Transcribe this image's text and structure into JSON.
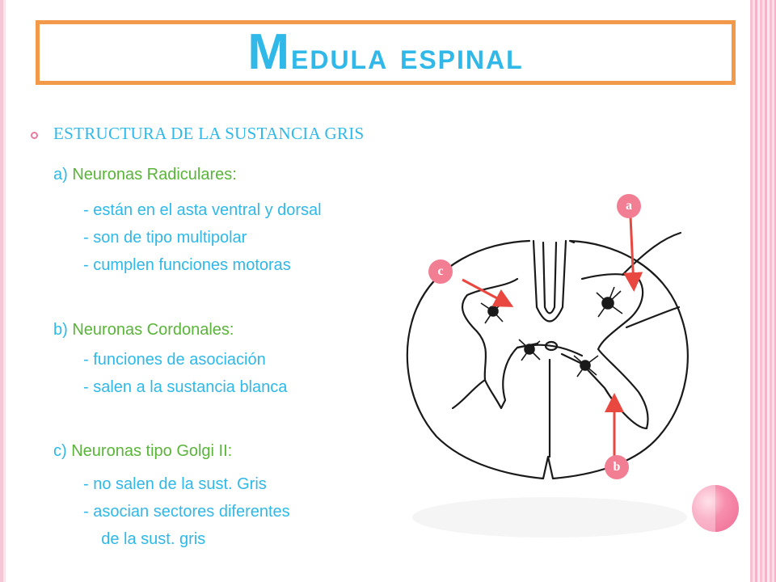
{
  "title": {
    "first_letter": "M",
    "rest": "edula espinal"
  },
  "heading": "ESTRUCTURA DE LA SUSTANCIA GRIS",
  "sections": [
    {
      "letter": "a)",
      "label": "Neuronas Radiculares:",
      "lines": [
        "- están en el asta ventral y dorsal",
        "- son de tipo multipolar",
        "- cumplen funciones motoras"
      ]
    },
    {
      "letter": "b)",
      "label": "Neuronas Cordonales:",
      "lines": [
        "-  funciones de asociación",
        "- salen a la sustancia blanca"
      ]
    },
    {
      "letter": "c)",
      "label": "Neuronas tipo Golgi II:",
      "lines": [
        "- no salen de la sust. Gris",
        "- asocian sectores diferentes",
        "    de la sust. gris"
      ]
    }
  ],
  "diagram_labels": {
    "a": "a",
    "b": "b",
    "c": "c"
  },
  "colors": {
    "title": "#2fb8e8",
    "title_border": "#f29a4a",
    "heading": "#2fb8e8",
    "subheading": "#5ab43a",
    "body_text": "#2fb8e8",
    "arrow": "#e8483f",
    "label_circle": "#f27e93",
    "bullet": "#e97aa0"
  }
}
